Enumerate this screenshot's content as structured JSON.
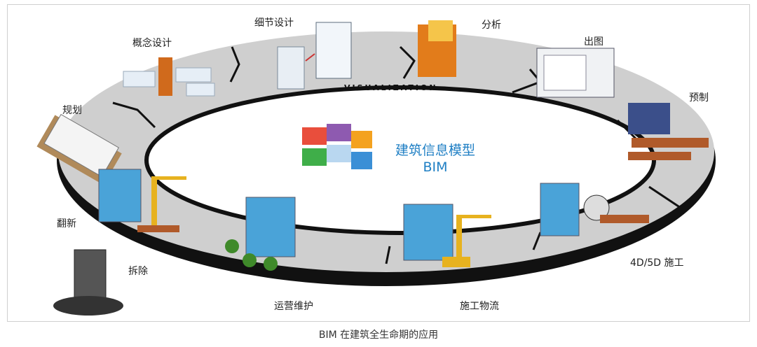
{
  "center": {
    "title": "建筑信息模型",
    "subtitle": "BIM"
  },
  "ring_text": "VISUALIZATION",
  "stages": {
    "planning": "规划",
    "concept_design": "概念设计",
    "detail_design": "细节设计",
    "analysis": "分析",
    "drawings": "出图",
    "prefabrication": "预制",
    "construction_4d5d": "4D/5D 施工",
    "construction_logistics": "施工物流",
    "operation_maintenance": "运营维护",
    "demolition": "拆除",
    "renovation": "翻新"
  },
  "caption": "BIM 在建筑全生命期的应用",
  "colors": {
    "accent_blue": "#1f7fc4",
    "ring_gray": "#c9c9c9",
    "ring_edge": "#111111"
  }
}
